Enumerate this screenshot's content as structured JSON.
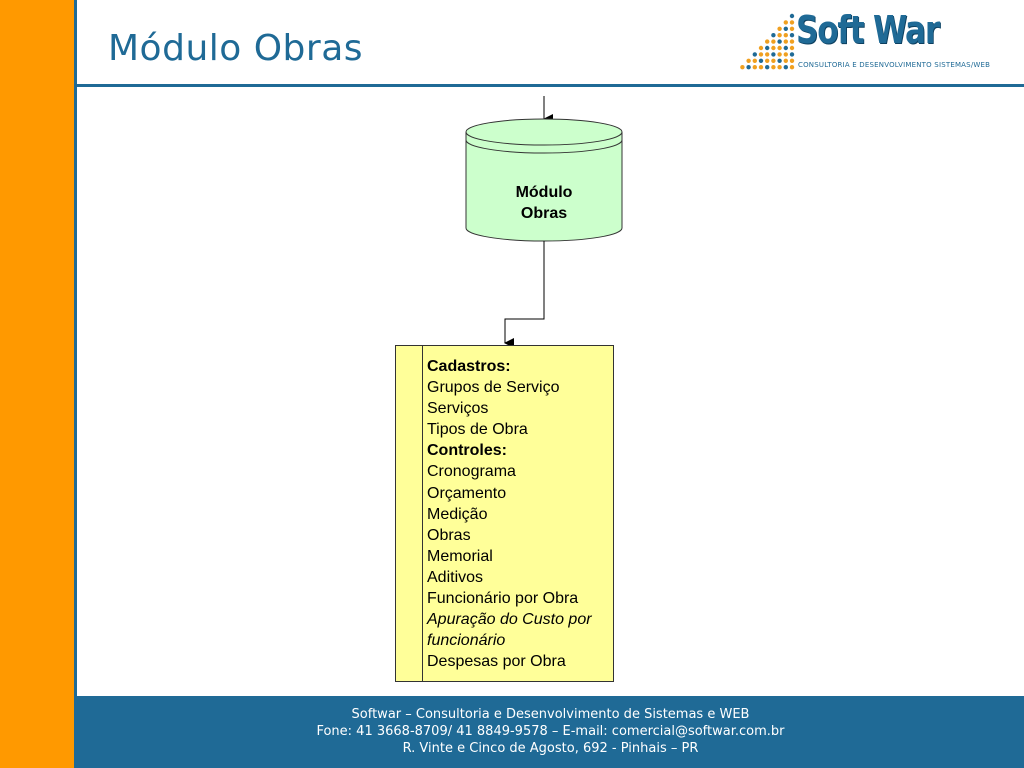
{
  "slide": {
    "title": "Módulo Obras"
  },
  "logo": {
    "name": "Soft War",
    "tagline": "CONSULTORIA E DESENVOLVIMENTO SISTEMAS/WEB",
    "dot_colors": [
      "#f0a020",
      "#1f6a96"
    ]
  },
  "diagram": {
    "database": {
      "label_line1": "Módulo",
      "label_line2": "Obras",
      "fill": "#ccffcc"
    },
    "list": {
      "fill": "#ffff99",
      "items": [
        {
          "text": "Cadastros:",
          "style": "heading"
        },
        {
          "text": "Grupos de Serviço",
          "style": "normal"
        },
        {
          "text": "Serviços",
          "style": "normal"
        },
        {
          "text": "Tipos de Obra",
          "style": "normal"
        },
        {
          "text": "Controles:",
          "style": "heading"
        },
        {
          "text": "Cronograma",
          "style": "normal"
        },
        {
          "text": "Orçamento",
          "style": "normal"
        },
        {
          "text": "Medição",
          "style": "normal"
        },
        {
          "text": "Obras",
          "style": "normal"
        },
        {
          "text": "Memorial",
          "style": "normal"
        },
        {
          "text": "Aditivos",
          "style": "normal"
        },
        {
          "text": "Funcionário por Obra",
          "style": "normal"
        },
        {
          "text": "Apuração do Custo por",
          "style": "italic"
        },
        {
          "text": "funcionário",
          "style": "italic"
        },
        {
          "text": "Despesas por Obra",
          "style": "normal"
        }
      ]
    }
  },
  "footer": {
    "line1": "Softwar – Consultoria e Desenvolvimento de Sistemas e WEB",
    "line2": "Fone: 41 3668-8709/ 41 8849-9578 – E-mail: comercial@softwar.com.br",
    "line3": "R. Vinte e Cinco de Agosto, 692 - Pinhais – PR"
  },
  "colors": {
    "accent_orange": "#ff9900",
    "brand_blue": "#1f6a96"
  }
}
